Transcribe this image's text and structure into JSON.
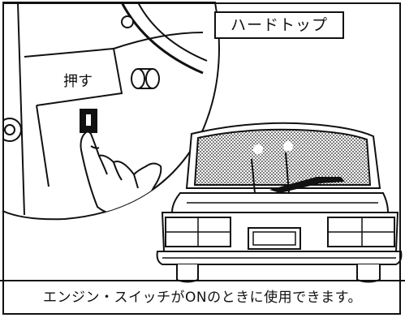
{
  "model_label": "ハードトップ",
  "push_label": "押す",
  "caption": "エンジン・スイッチがONのときに使用できます。"
}
